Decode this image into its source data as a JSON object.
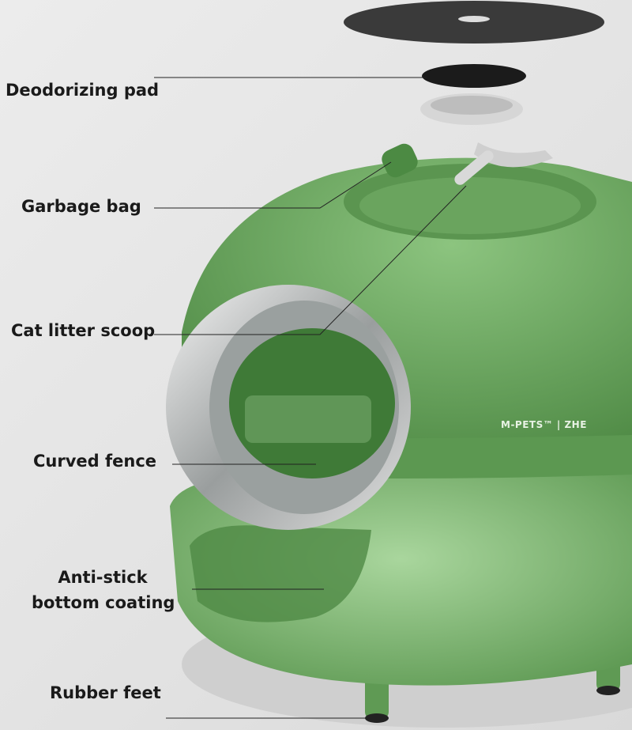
{
  "labels": {
    "deodorizing_pad": "Deodorizing pad",
    "garbage_bag": "Garbage bag",
    "cat_litter_scoop": "Cat litter scoop",
    "curved_fence": "Curved fence",
    "anti_stick_line1": "Anti-stick",
    "anti_stick_line2": "bottom coating",
    "rubber_feet": "Rubber feet"
  },
  "brand": "M-PETS™ | ZHE",
  "colors": {
    "body_green": "#6fae63",
    "dark_green": "#4f8a45",
    "ring_silver": "#b9bcbc",
    "pad_black": "#1b1b1b"
  }
}
